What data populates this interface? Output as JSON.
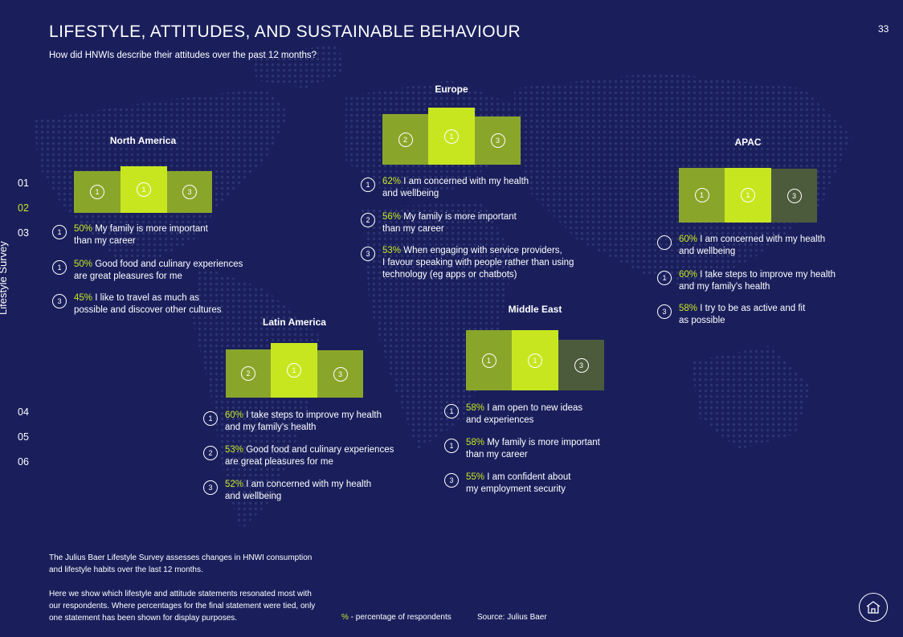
{
  "header": {
    "title": "LIFESTYLE, ATTITUDES, AND SUSTAINABLE BEHAVIOUR",
    "subtitle": "How did HNWIs describe their attitudes over the past 12 months?",
    "page_number": "33"
  },
  "nav": {
    "items": [
      "01",
      "02",
      "03",
      "04",
      "05",
      "06"
    ],
    "active": "02",
    "vertical_label": "Lifestyle Survey"
  },
  "colors": {
    "background": "#1a1f5c",
    "accent": "#c8e620",
    "rank2": "#8aa62a",
    "rank3": "#4c5b3c"
  },
  "regions": {
    "north_america": {
      "name": "North America",
      "bars": [
        "1",
        "1",
        "3"
      ],
      "items": [
        {
          "rank": "1",
          "pct": "50%",
          "line1": " My family is more important",
          "line2": "than my career"
        },
        {
          "rank": "1",
          "pct": "50%",
          "line1": " Good food and culinary experiences",
          "line2": "are great pleasures for me"
        },
        {
          "rank": "3",
          "pct": "45%",
          "line1": " I like to travel as much as",
          "line2": "possible and discover other cultures"
        }
      ]
    },
    "europe": {
      "name": "Europe",
      "bars": [
        "2",
        "1",
        "3"
      ],
      "items": [
        {
          "rank": "1",
          "pct": "62%",
          "line1": " I am concerned with my health",
          "line2": "and wellbeing"
        },
        {
          "rank": "2",
          "pct": "56%",
          "line1": " My family is more important",
          "line2": "than my career"
        },
        {
          "rank": "3",
          "pct": "53%",
          "line1": " When engaging with service providers,",
          "line2": "I favour speaking with people rather than using",
          "line3": "technology (eg apps or chatbots)"
        }
      ]
    },
    "apac": {
      "name": "APAC",
      "bars": [
        "1",
        "1",
        "3"
      ],
      "items": [
        {
          "rank": "",
          "pct": "60%",
          "line1": " I am concerned with my health",
          "line2": "and wellbeing"
        },
        {
          "rank": "1",
          "pct": "60%",
          "line1": " I take steps to improve my health",
          "line2": "and my family's health"
        },
        {
          "rank": "3",
          "pct": "58%",
          "line1": " I try to be as active and fit",
          "line2": "as possible"
        }
      ]
    },
    "latin_america": {
      "name": "Latin America",
      "bars": [
        "2",
        "1",
        "3"
      ],
      "items": [
        {
          "rank": "1",
          "pct": "60%",
          "line1": " I take steps to improve my health",
          "line2": "and my family's health"
        },
        {
          "rank": "2",
          "pct": "53%",
          "line1": " Good food and culinary experiences",
          "line2": "are great pleasures for me"
        },
        {
          "rank": "3",
          "pct": "52%",
          "line1": " I am concerned with my health",
          "line2": "and wellbeing"
        }
      ]
    },
    "middle_east": {
      "name": "Middle East",
      "bars": [
        "1",
        "1",
        "3"
      ],
      "items": [
        {
          "rank": "1",
          "pct": "58%",
          "line1": " I am open to new ideas",
          "line2": "and experiences"
        },
        {
          "rank": "1",
          "pct": "58%",
          "line1": " My family is more important",
          "line2": "than my career"
        },
        {
          "rank": "3",
          "pct": "55%",
          "line1": " I am confident about",
          "line2": "my employment security"
        }
      ]
    }
  },
  "footer": {
    "note1": "The Julius Baer Lifestyle Survey assesses changes in HNWI consumption and lifestyle habits over the last 12 months.",
    "note2": "Here we show which lifestyle and attitude statements resonated most with our respondents. Where percentages for the final statement were tied, only one statement has been shown for display purposes.",
    "legend_symbol": "%",
    "legend_text": " - percentage of respondents",
    "source": "Source: Julius Baer"
  },
  "icons": {
    "home": "home-icon"
  }
}
